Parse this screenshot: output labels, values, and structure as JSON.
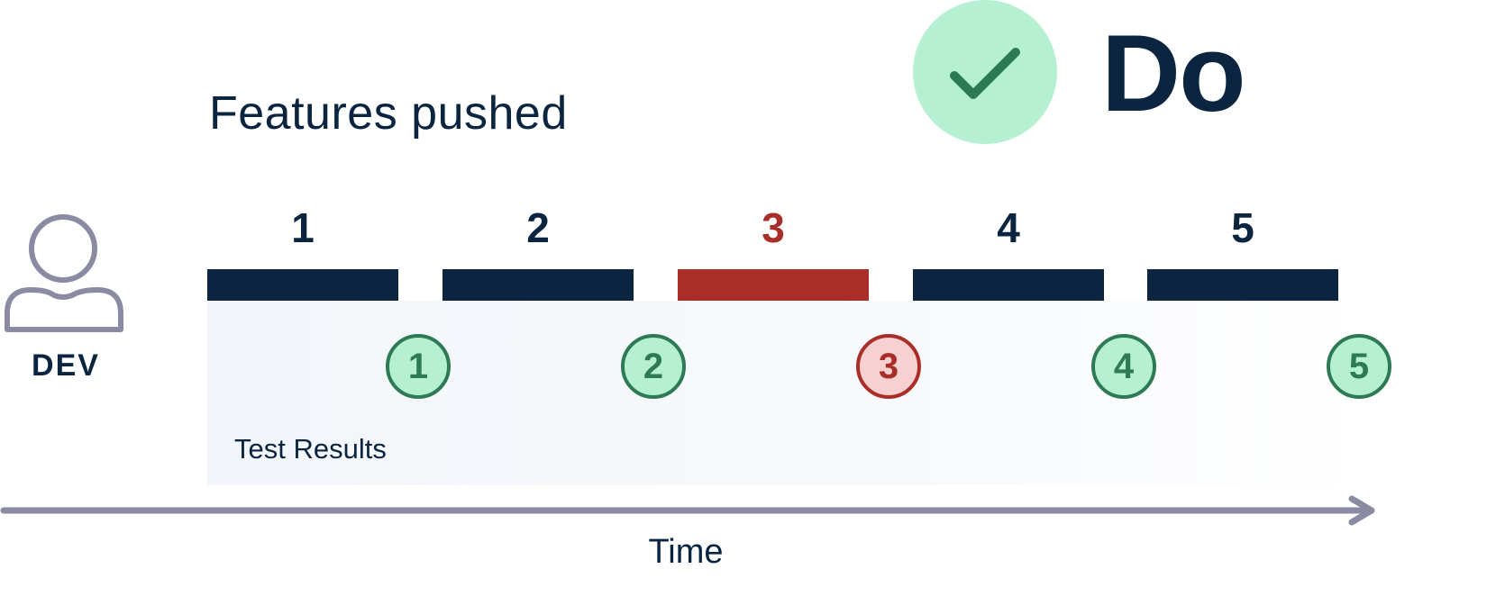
{
  "header": {
    "title": "Features pushed",
    "badge_label": "Do",
    "badge_icon": "check-icon"
  },
  "actor": {
    "label": "DEV",
    "icon": "person-icon"
  },
  "features": [
    {
      "label": "1",
      "status": "pass"
    },
    {
      "label": "2",
      "status": "pass"
    },
    {
      "label": "3",
      "status": "fail"
    },
    {
      "label": "4",
      "status": "pass"
    },
    {
      "label": "5",
      "status": "pass"
    }
  ],
  "tests": {
    "label": "Test Results",
    "results": [
      {
        "label": "1",
        "status": "pass"
      },
      {
        "label": "2",
        "status": "pass"
      },
      {
        "label": "3",
        "status": "fail"
      },
      {
        "label": "4",
        "status": "pass"
      },
      {
        "label": "5",
        "status": "pass"
      }
    ]
  },
  "axis": {
    "label": "Time"
  },
  "colors": {
    "navy": "#0b2540",
    "fail_red": "#a82e27",
    "pass_green": "#2e7a55",
    "pass_fill": "#b6f0d2",
    "fail_fill": "#f7d0d2",
    "axis_gray": "#8a8aa3"
  }
}
